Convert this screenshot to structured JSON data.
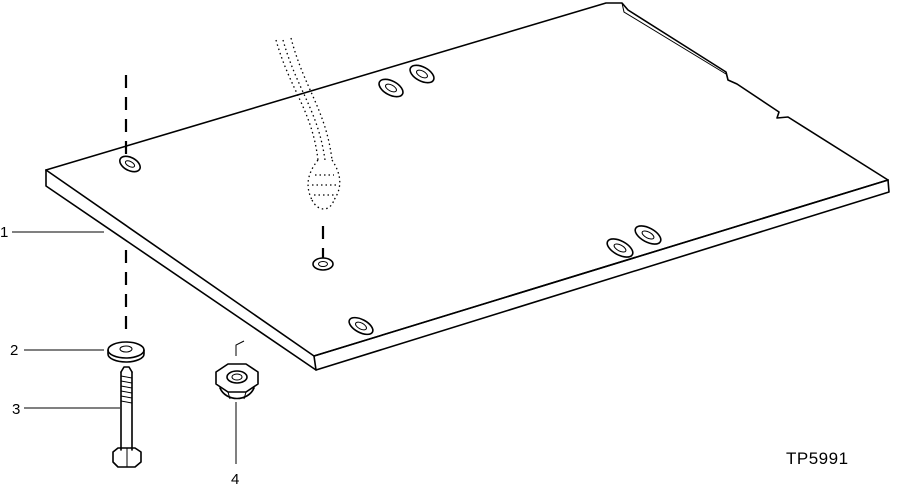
{
  "callouts": {
    "item_1": "1",
    "item_2": "2",
    "item_3": "3",
    "item_4": "4"
  },
  "figure_id": "TP5991"
}
